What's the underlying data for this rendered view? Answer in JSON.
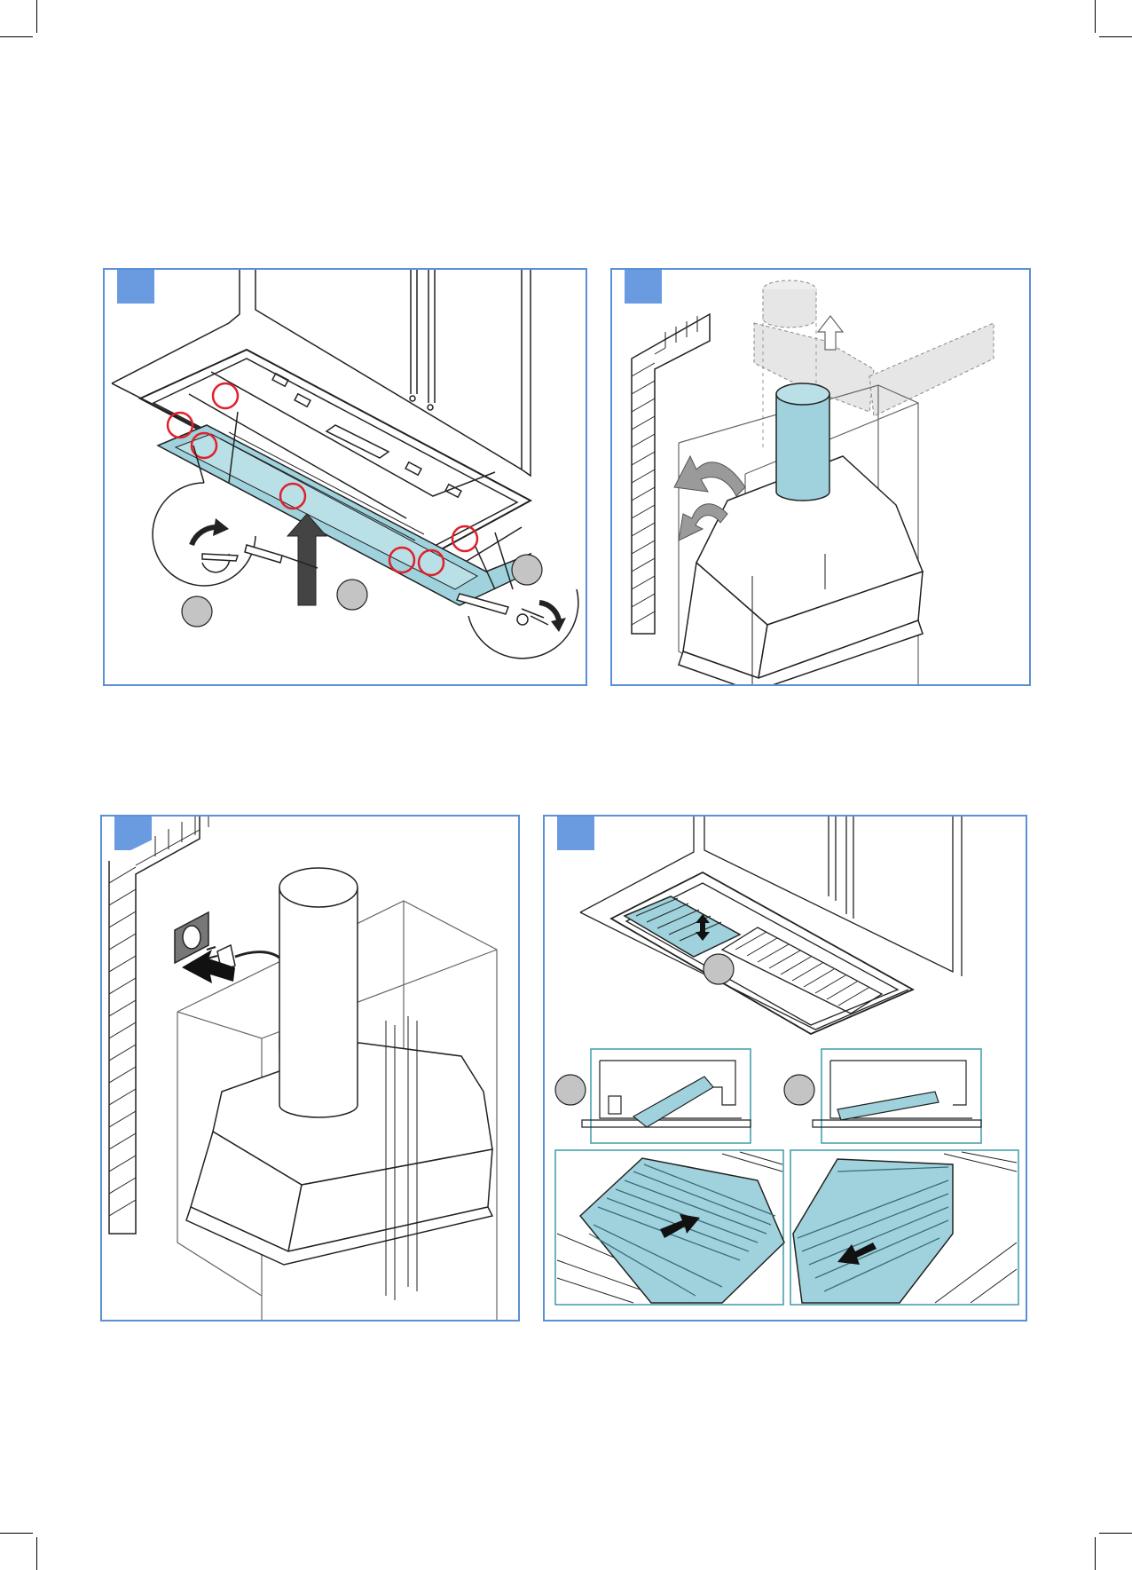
{
  "page": {
    "background": "#ffffff",
    "accent": "#5b8fd6",
    "tab_color": "#6a9be0",
    "component_fill": "#9fd2dc",
    "highlight_circle": "#e0202a",
    "arrow_dark": "#222222",
    "arrow_grey": "#9a9a9a"
  },
  "panels": [
    {
      "id": 1,
      "name": "panel-1",
      "icons": [
        "screw-icon",
        "screwdriver-icon",
        "rotate-arrow-icon",
        "up-arrow-icon"
      ]
    },
    {
      "id": 2,
      "name": "panel-2",
      "icons": [
        "duct-pipe-icon",
        "up-arrow-icon",
        "curved-arrow-icon"
      ]
    },
    {
      "id": 3,
      "name": "panel-3",
      "icons": [
        "wall-socket-icon",
        "plug-icon",
        "left-arrow-icon"
      ]
    },
    {
      "id": 4,
      "name": "panel-4",
      "icons": [
        "grease-filter-icon",
        "double-arrow-icon",
        "right-arrow-icon",
        "down-left-arrow-icon"
      ]
    }
  ]
}
